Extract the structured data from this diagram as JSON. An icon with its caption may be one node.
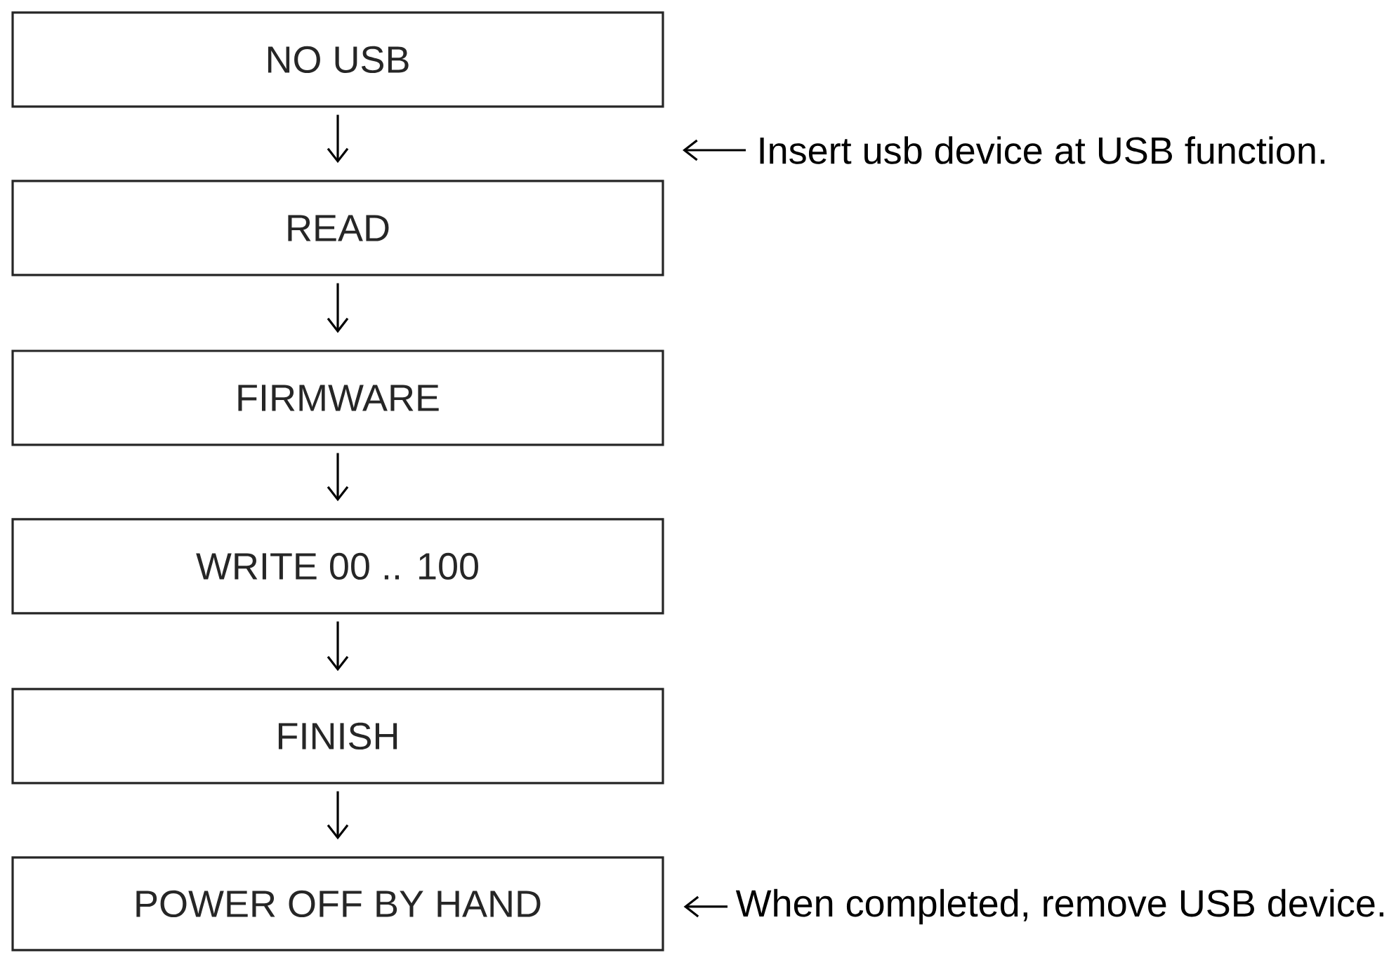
{
  "diagram": {
    "nodes": [
      {
        "text": [
          "NO USB"
        ]
      },
      {
        "text": [
          "READ"
        ]
      },
      {
        "text": [
          "FIRMWARE"
        ]
      },
      {
        "text": [
          "WRITE 00 .. 100"
        ]
      },
      {
        "text": [
          "FINISH"
        ]
      },
      {
        "text": [
          "POWER OFF BY HAND"
        ]
      },
      {
        "text": [
          "Insert usb device at USB function."
        ]
      },
      {
        "text": [
          "When completed, remove USB device."
        ]
      }
    ],
    "edges": [
      {
        "from": 0,
        "to": 1,
        "arrow": "to"
      },
      {
        "from": 1,
        "to": 2,
        "arrow": "to"
      },
      {
        "from": 2,
        "to": 3,
        "arrow": "to"
      },
      {
        "from": 3,
        "to": 4,
        "arrow": "to"
      },
      {
        "from": 4,
        "to": 5,
        "arrow": "to"
      },
      {
        "from": 6,
        "to": null,
        "arrow": "to"
      },
      {
        "from": 7,
        "to": 5,
        "arrow": "to"
      }
    ]
  }
}
